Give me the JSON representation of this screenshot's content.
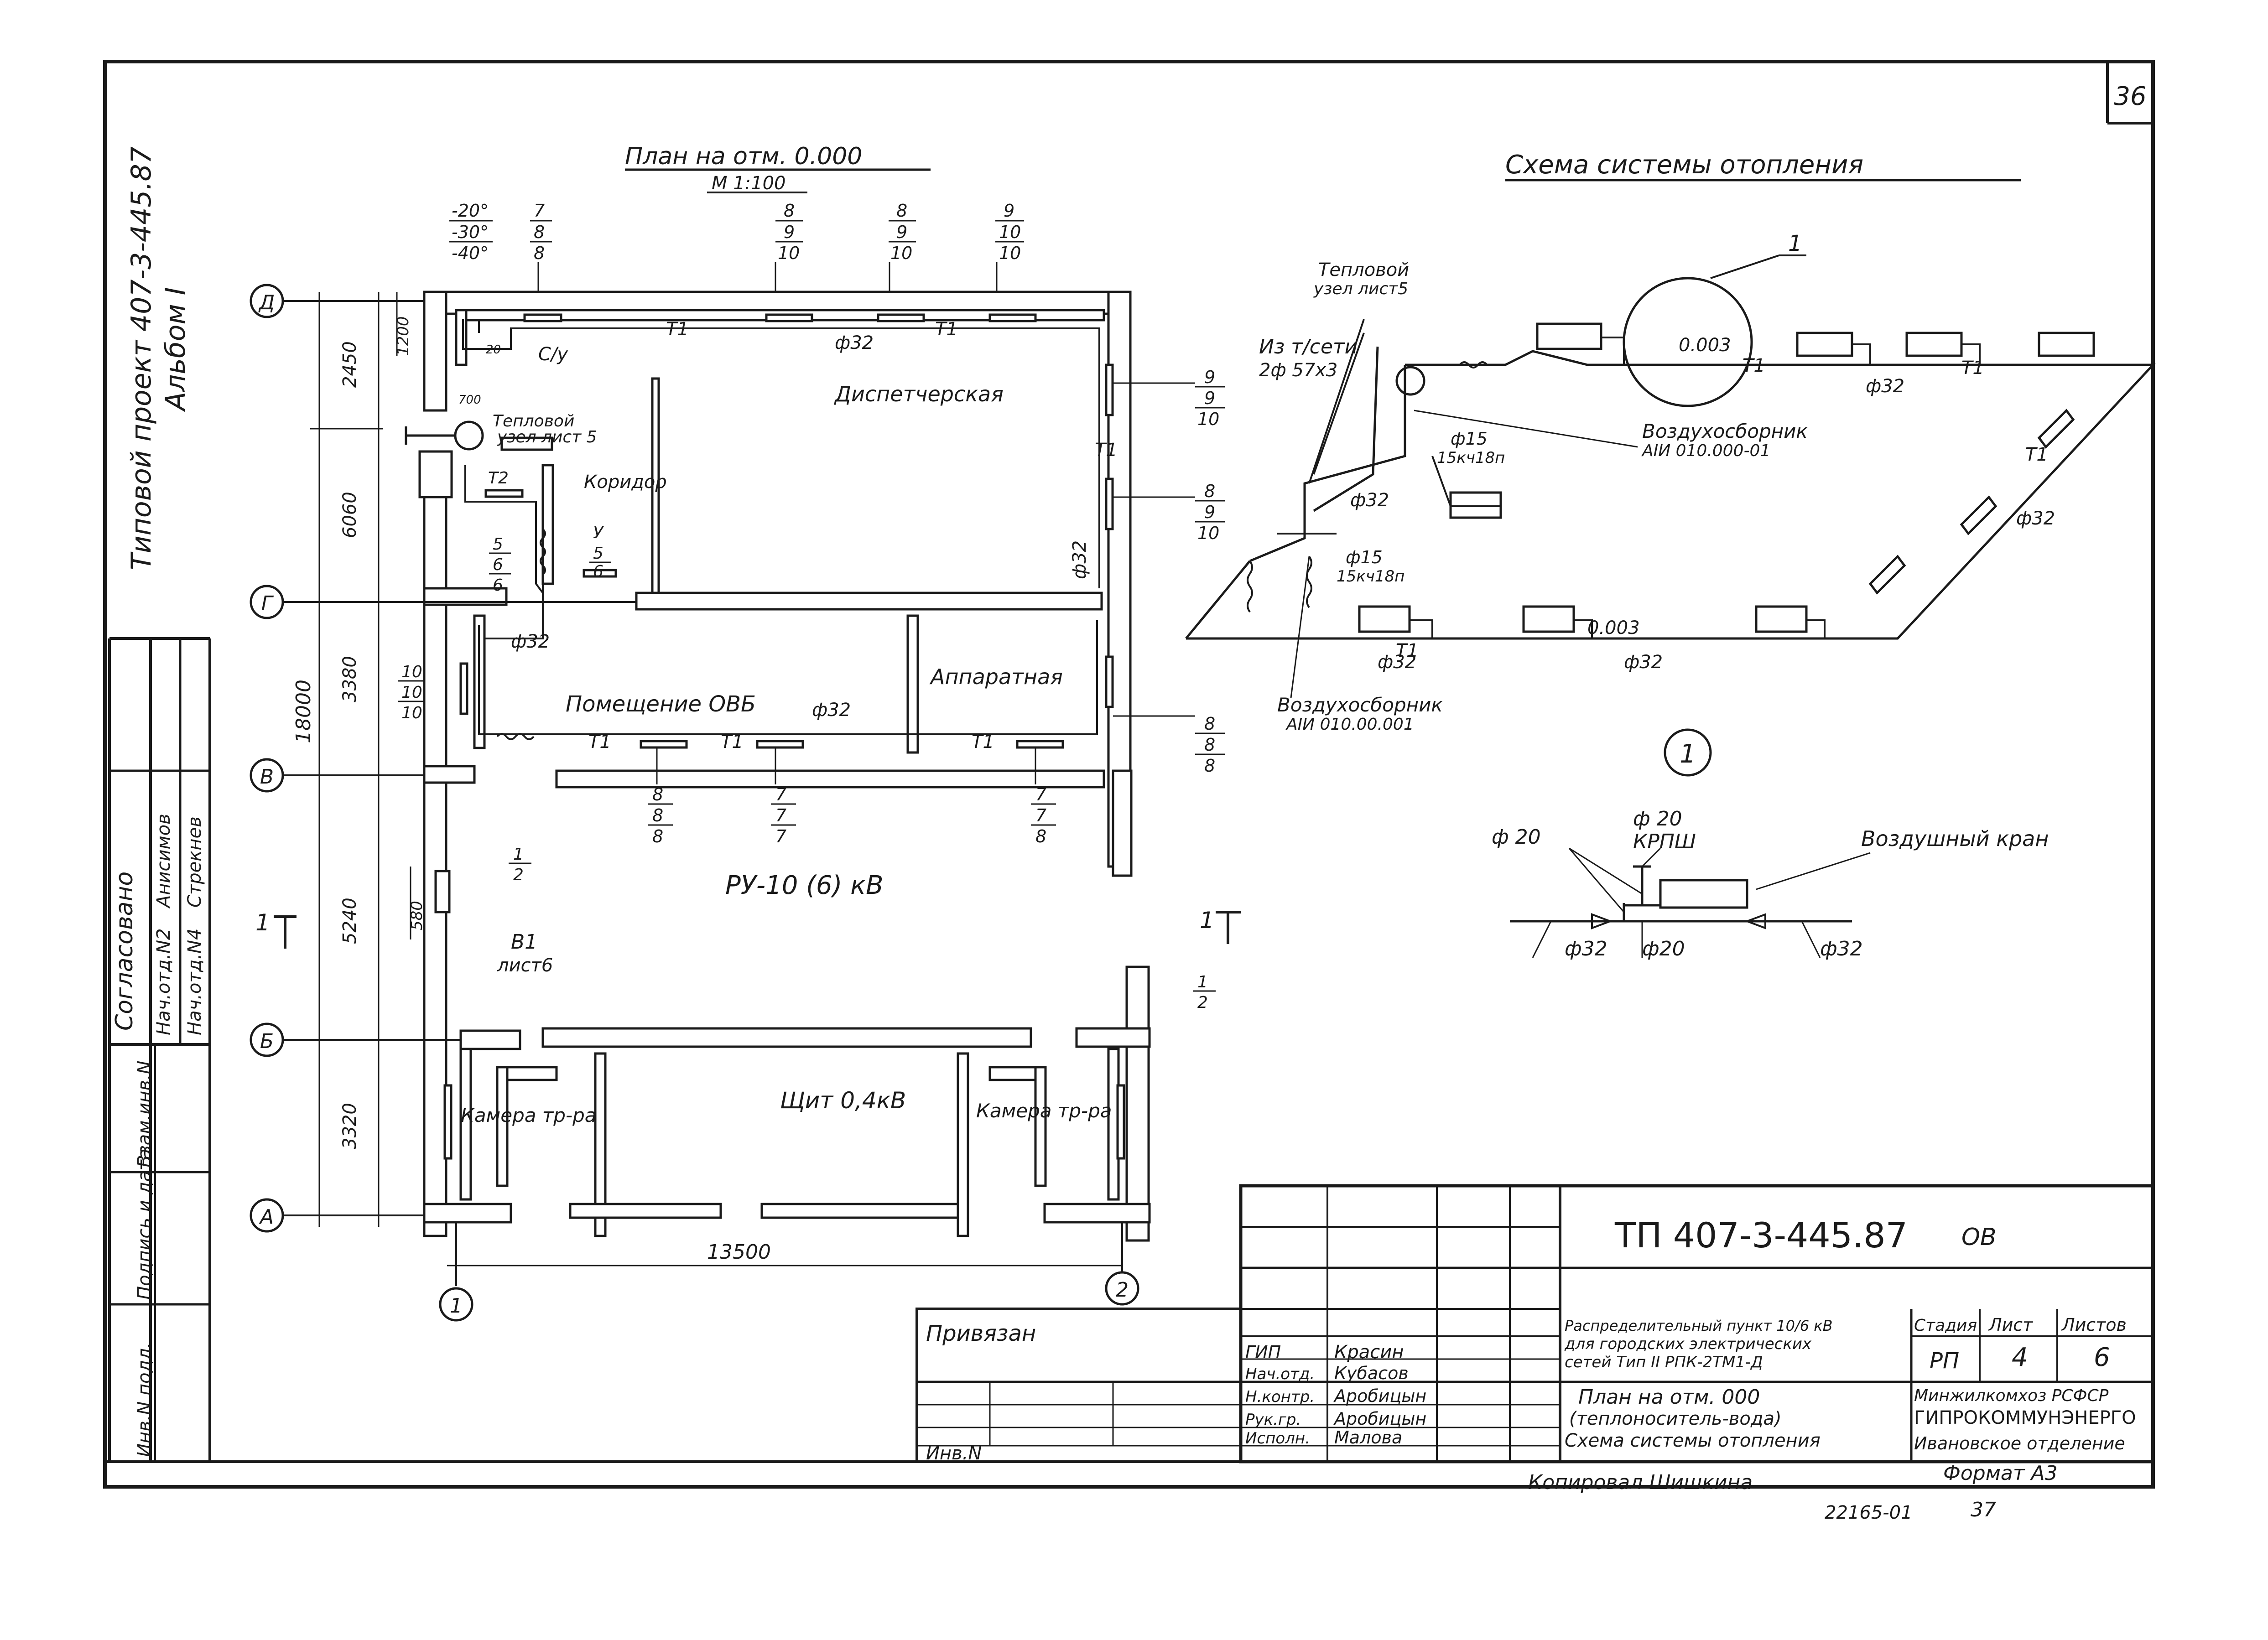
{
  "sheet": {
    "sheet_no_top": "36",
    "side_project": "Типовой проект 407-3-445.87",
    "side_album": "Альбом I",
    "approval": "Согласовано",
    "approval_rows": [
      {
        "role": "Нач.отд.N2",
        "name": "Анисимов"
      },
      {
        "role": "Нач.отд.N4",
        "name": "Стрекнев"
      }
    ],
    "side_cols": [
      "Взам.инв.N",
      "Подпись и дата",
      "Инв.N подл."
    ]
  },
  "plan": {
    "title": "План на отм. 0.000",
    "scale": "М 1:100",
    "temps": [
      "-20°",
      "-30°",
      "-40°"
    ],
    "grid_letters": [
      "Д",
      "Г",
      "В",
      "Б",
      "А"
    ],
    "grid_numbers": [
      "1",
      "2"
    ],
    "dims_v": [
      "2450",
      "6060",
      "3380",
      "5240",
      "3320",
      "18000",
      "1200",
      "580"
    ],
    "dim_h": "13500",
    "rooms": {
      "dispatch": "Диспетчерская",
      "corridor": "Коридор",
      "ovb": "Помещение ОВБ",
      "apparat": "Аппаратная",
      "ru": "РУ-10 (6) кВ",
      "shield": "Щит 0,4кВ",
      "cam_l": "Камера тр-ра",
      "cam_r": "Камера тр-ра"
    },
    "heat_node": "Тепловой",
    "heat_node2": "узел лист 5",
    "su": "С/у",
    "pipe_t1": "Т1",
    "pipe_t2": "Т2",
    "pipe_d32": "ф32",
    "b1": "В1",
    "b1_sheet": "лист6",
    "section": "1",
    "fr_top": [
      [
        "7",
        "8",
        "8"
      ],
      [
        "8",
        "9",
        "10"
      ],
      [
        "8",
        "9",
        "10"
      ],
      [
        "9",
        "10",
        "10"
      ]
    ],
    "fr_right": [
      [
        "9",
        "9",
        "10"
      ],
      [
        "8",
        "9",
        "10"
      ],
      [
        "8",
        "8",
        "8"
      ]
    ],
    "fr_left": [
      [
        "10",
        "10",
        "10"
      ],
      [
        "5",
        "6",
        "6"
      ],
      [
        "5",
        "6"
      ]
    ],
    "fr_bottom": [
      [
        "8",
        "8",
        "8"
      ],
      [
        "7",
        "7",
        "7"
      ],
      [
        "7",
        "7",
        "8"
      ]
    ],
    "fr_small": [
      [
        "1",
        "2"
      ],
      [
        "1",
        "2"
      ]
    ],
    "tag_y": "У",
    "n_700": "700",
    "n_20": "20"
  },
  "scheme": {
    "title": "Схема системы отопления",
    "callout": "1",
    "detail_label": "1",
    "heat_node": "Тепловой",
    "heat_node2": "узел лист5",
    "from_net": "Из т/сети",
    "from_net2": "2ф 57х3",
    "air_top": "Воздухосборник",
    "air_top_code": "АIИ 010.000-01",
    "air_bottom": "Воздухосборник",
    "air_bottom_code": "АIИ 010.00.001",
    "f15": "ф15",
    "v15": "15кч18п",
    "d32": "ф32",
    "t1": "Т1",
    "elev": "0.003",
    "detail": {
      "d20a": "ф 20",
      "d20b": "ф 20",
      "krpsh": "КРПШ",
      "air_valve": "Воздушный кран",
      "d32a": "ф32",
      "d20c": "ф20",
      "d32b": "ф32"
    }
  },
  "stamp": {
    "code": "ТП 407-3-445.87",
    "mark": "ОВ",
    "privyazan": "Привязан",
    "inv": "Инв.N",
    "roles": [
      "ГИП",
      "Нач.отд.",
      "Н.контр.",
      "Рук.гр.",
      "Исполн."
    ],
    "names": [
      "Красин",
      "Кубасов",
      "Аробицын",
      "Аробицын",
      "Малова"
    ],
    "desc1": "Распределительный пункт 10/6 кВ",
    "desc2": "для городских электрических",
    "desc3": "сетей  Тип II РПК-2ТМ1-Д",
    "desc4": "План на отм. 000",
    "desc5": "(теплоноситель-вода)",
    "desc6": "Схема системы отопления",
    "stage_h": "Стадия",
    "sheet_h": "Лист",
    "sheets_h": "Листов",
    "stage": "РП",
    "sheet": "4",
    "sheets": "6",
    "org1": "Минжилкомхоз РСФСР",
    "org2": "ГИПРОКОММУНЭНЕРГО",
    "org3": "Ивановское отделение"
  },
  "footer": {
    "copied": "Копировал Шишкина",
    "format": "Формат А3",
    "num": "22165-01",
    "page": "37"
  }
}
